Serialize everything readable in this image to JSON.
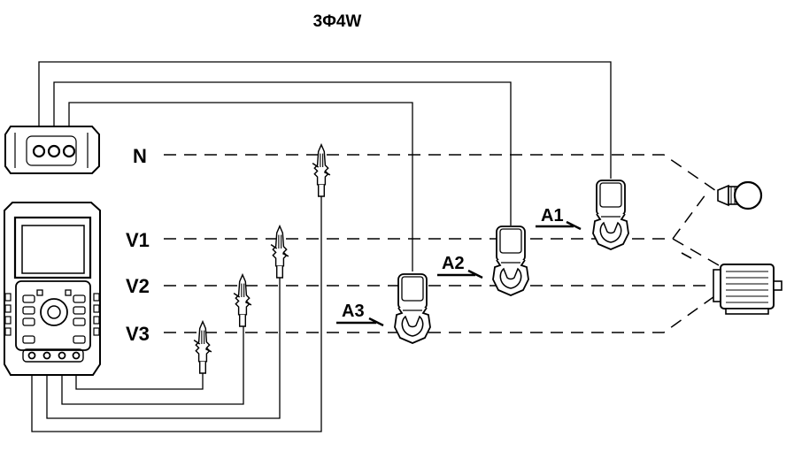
{
  "title": "3Φ4W",
  "lines": {
    "n": "N",
    "v1": "V1",
    "v2": "V2",
    "v3": "V3"
  },
  "clamps": {
    "a1": "A1",
    "a2": "A2",
    "a3": "A3"
  },
  "icons": {
    "voltage_module": "voltage-module-icon",
    "meter": "power-meter-icon",
    "probe": "alligator-clip-icon",
    "clamp": "current-clamp-icon",
    "lamp": "lamp-load-icon",
    "motor": "motor-load-icon"
  }
}
